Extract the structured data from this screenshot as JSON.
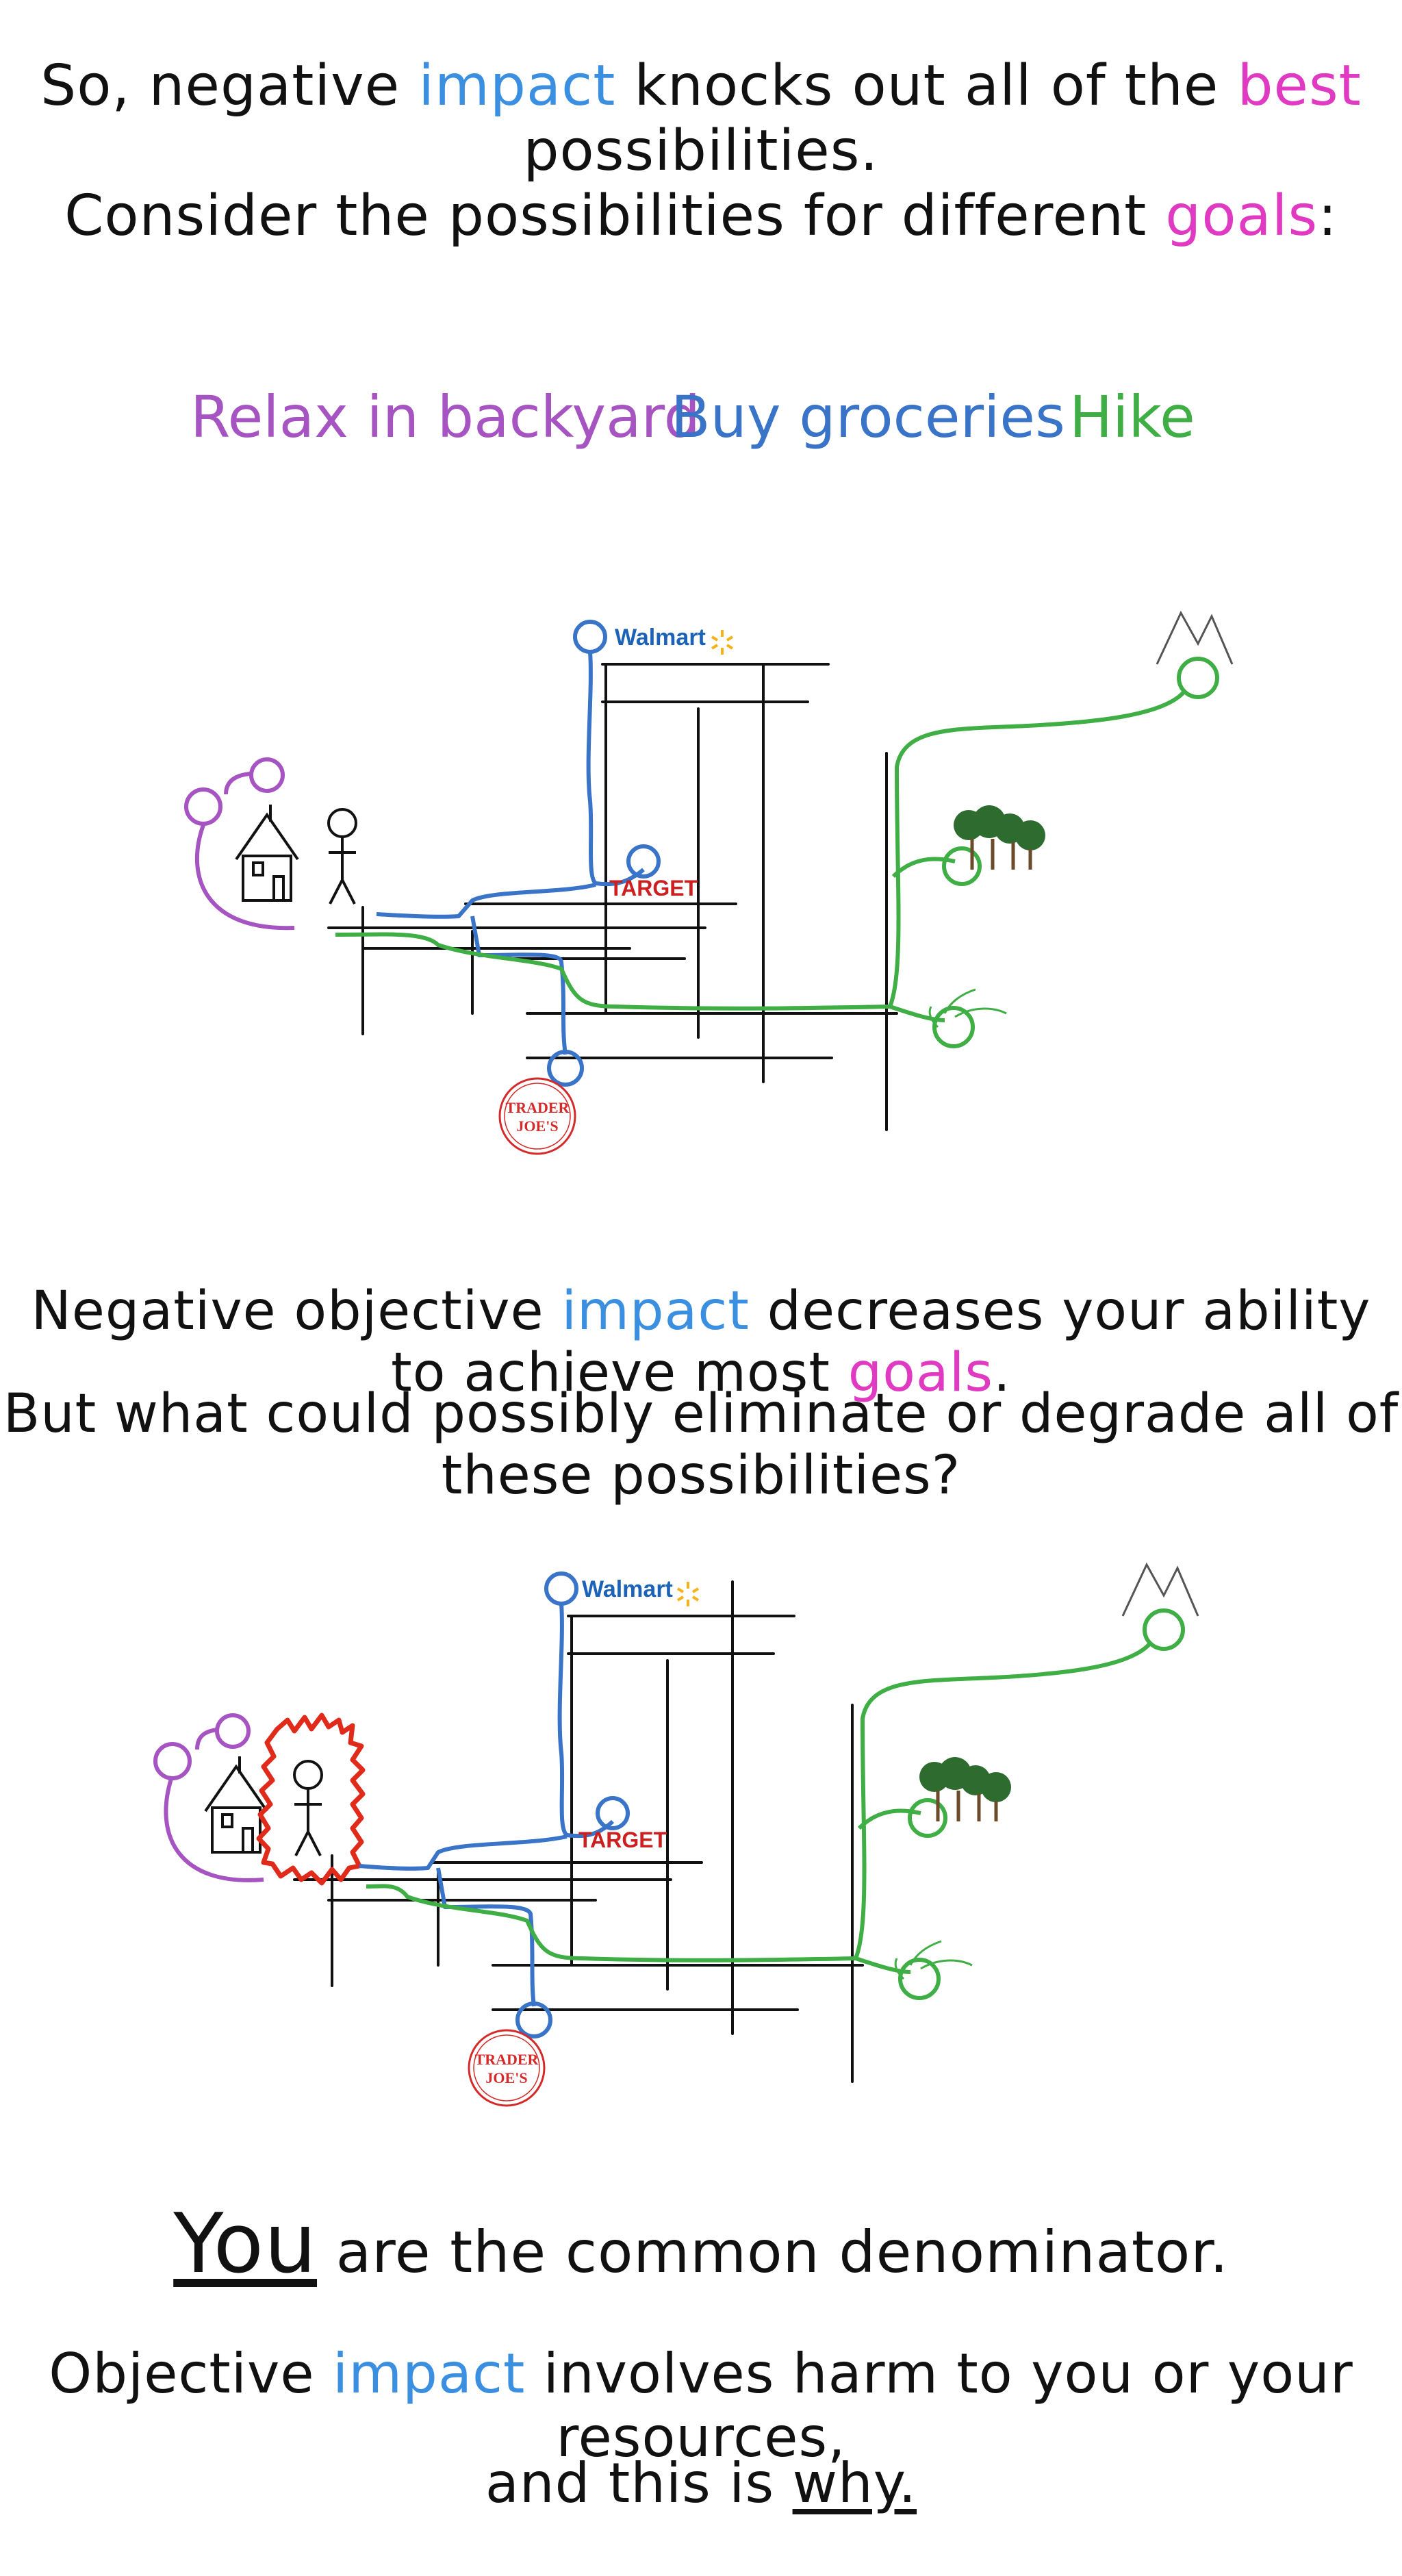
{
  "intro": {
    "line1": {
      "a": "So, negative ",
      "impact": "impact",
      "b": " knocks out all of the ",
      "best": "best",
      "c": " possibilities."
    },
    "line2": {
      "a": "Consider the possibilities for different ",
      "goals": "goals",
      "b": ":"
    }
  },
  "goals": {
    "relax": "Relax in backyard",
    "groceries": "Buy groceries",
    "hike": "Hike"
  },
  "stores": {
    "walmart": "Walmart",
    "target": "TARGET",
    "traderjoes_1": "TRADER",
    "traderjoes_2": "JOE'S"
  },
  "middle": {
    "line1": {
      "a": "Negative objective ",
      "impact": "impact",
      "b": " decreases your ability to achieve most ",
      "goals": "goals",
      "c": "."
    },
    "line2": "But what could possibly eliminate or degrade all of these possibilities?"
  },
  "bottom": {
    "line1": {
      "you": "You",
      "rest": " are the common denominator."
    },
    "line2": {
      "a": "Objective ",
      "impact": "impact",
      "b": " involves harm to you or your resources,"
    },
    "line3": {
      "a": "and this is ",
      "why": "why."
    }
  },
  "colors": {
    "relax": "#a654c2",
    "groceries": "#3a74c8",
    "hike": "#3fae45",
    "impact": "#3a8fe0",
    "highlight": "#e03ac2",
    "harm": "#e02a1a"
  }
}
